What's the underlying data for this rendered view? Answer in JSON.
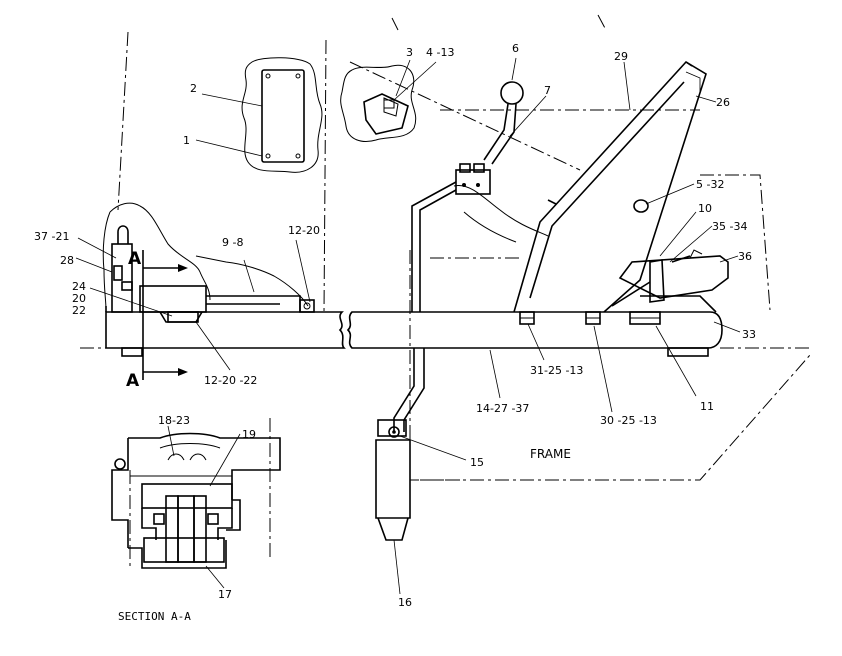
{
  "callouts": {
    "c1": "1",
    "c2": "2",
    "c3": "3",
    "c4_13": "4 -13",
    "c5_32": "5 -32",
    "c6": "6",
    "c7": "7",
    "c9_8": "9 -8",
    "c10": "10",
    "c11": "11",
    "c12_20": "12-20",
    "c12_20_22": "12-20 -22",
    "c14_27_37": "14-27 -37",
    "c15": "15",
    "c16": "16",
    "c17": "17",
    "c18_23": "18-23",
    "c19": "19",
    "c24": "24",
    "c20": "20",
    "c22": "22",
    "c26": "26",
    "c28": "28",
    "c29": "29",
    "c30_25_13": "30 -25 -13",
    "c31_25_13": "31-25 -13",
    "c33": "33",
    "c35_34": "35 -34",
    "c36": "36",
    "c37_21": "37 -21"
  },
  "frame_label": "FRAME",
  "section_title": "SECTION A-A",
  "cut_marker_top": "A",
  "cut_marker_bottom": "A"
}
